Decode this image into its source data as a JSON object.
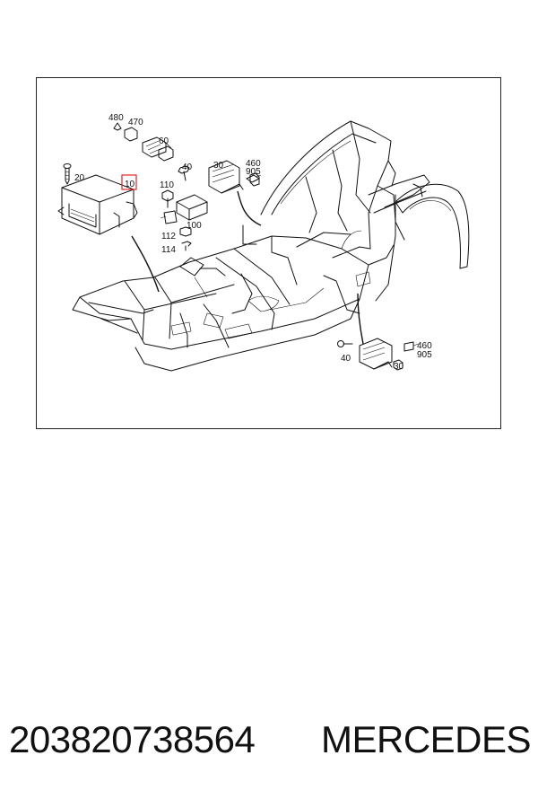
{
  "diagram": {
    "labels": {
      "p480": "480",
      "p470": "470",
      "p60": "60",
      "p20": "20",
      "p10": "10",
      "p40a": "40",
      "p30a": "30",
      "p460a": "460",
      "p905a": "905",
      "p110": "110",
      "p100": "100",
      "p112": "112",
      "p114": "114",
      "p40b": "40",
      "p30b": "30",
      "p460b": "460",
      "p905b": "905"
    },
    "highlight_color": "#e0242b",
    "line_color": "#111111"
  },
  "caption": {
    "part_number": "203820738564",
    "brand": "MERCEDES"
  }
}
